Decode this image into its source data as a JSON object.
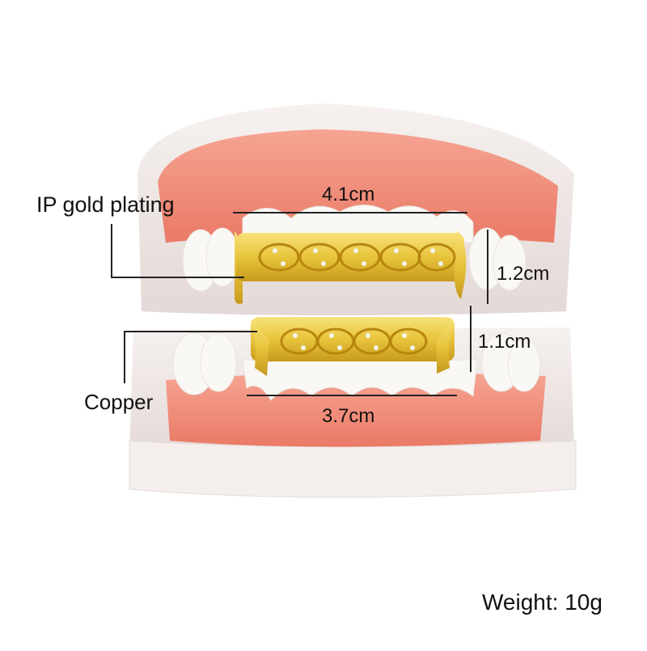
{
  "product": {
    "name": "Gold grillz on dental model",
    "colors": {
      "background": "#ffffff",
      "model_white": "#f1ecea",
      "model_shadow": "#d9cfcc",
      "gum": "#f08a78",
      "gum_dark": "#e0705e",
      "tooth": "#faf8f4",
      "gold": "#e8c43c",
      "gold_dark": "#c79a1c",
      "stone": "#f4f4f0",
      "annotation": "#111111"
    }
  },
  "annotations": {
    "material_top": "IP gold plating",
    "material_bottom": "Copper",
    "top_width": "4.1cm",
    "top_height": "1.2cm",
    "bottom_height": "1.1cm",
    "bottom_width": "3.7cm",
    "weight": "Weight: 10g"
  }
}
